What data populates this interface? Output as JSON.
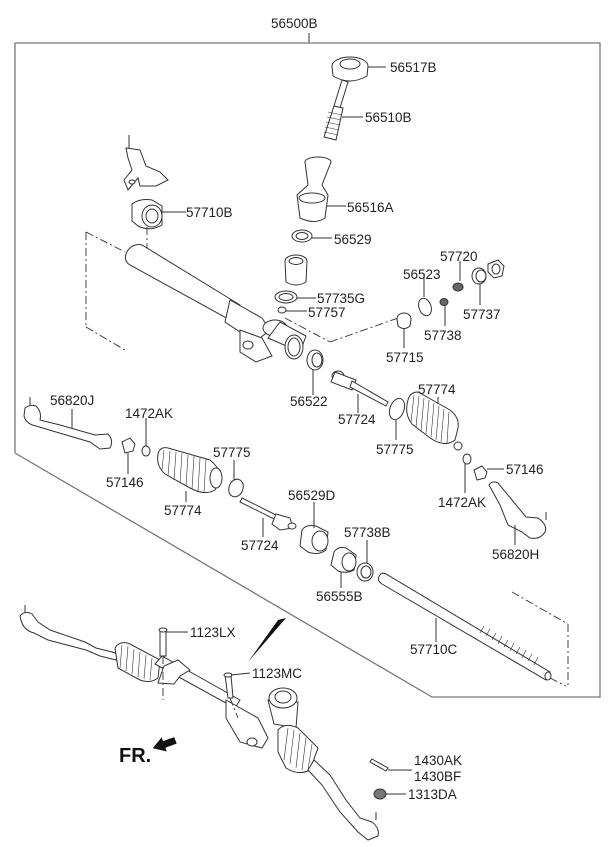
{
  "diagram": {
    "assembly_label": "56500B",
    "direction_label": "FR.",
    "parts": [
      {
        "id": "p56517B",
        "label": "56517B"
      },
      {
        "id": "p56510B",
        "label": "56510B"
      },
      {
        "id": "p56516A",
        "label": "56516A"
      },
      {
        "id": "p57710B",
        "label": "57710B"
      },
      {
        "id": "p56529",
        "label": "56529"
      },
      {
        "id": "p57735G",
        "label": "57735G"
      },
      {
        "id": "p57757",
        "label": "57757"
      },
      {
        "id": "p56523",
        "label": "56523"
      },
      {
        "id": "p57720",
        "label": "57720"
      },
      {
        "id": "p57737",
        "label": "57737"
      },
      {
        "id": "p57738",
        "label": "57738"
      },
      {
        "id": "p57715",
        "label": "57715"
      },
      {
        "id": "p56522",
        "label": "56522"
      },
      {
        "id": "p57724a",
        "label": "57724"
      },
      {
        "id": "p57774a",
        "label": "57774"
      },
      {
        "id": "p57775a",
        "label": "57775"
      },
      {
        "id": "p57146a",
        "label": "57146"
      },
      {
        "id": "p1472AKa",
        "label": "1472AK"
      },
      {
        "id": "p56820H",
        "label": "56820H"
      },
      {
        "id": "p56820J",
        "label": "56820J"
      },
      {
        "id": "p1472AKb",
        "label": "1472AK"
      },
      {
        "id": "p57146b",
        "label": "57146"
      },
      {
        "id": "p57774b",
        "label": "57774"
      },
      {
        "id": "p57775b",
        "label": "57775"
      },
      {
        "id": "p57724b",
        "label": "57724"
      },
      {
        "id": "p56529D",
        "label": "56529D"
      },
      {
        "id": "p57738B",
        "label": "57738B"
      },
      {
        "id": "p56555B",
        "label": "56555B"
      },
      {
        "id": "p57710C",
        "label": "57710C"
      },
      {
        "id": "p1123LX",
        "label": "1123LX"
      },
      {
        "id": "p1123MC",
        "label": "1123MC"
      },
      {
        "id": "p1430AK",
        "label": "1430AK"
      },
      {
        "id": "p1430BF",
        "label": "1430BF"
      },
      {
        "id": "p1313DA",
        "label": "1313DA"
      }
    ]
  }
}
